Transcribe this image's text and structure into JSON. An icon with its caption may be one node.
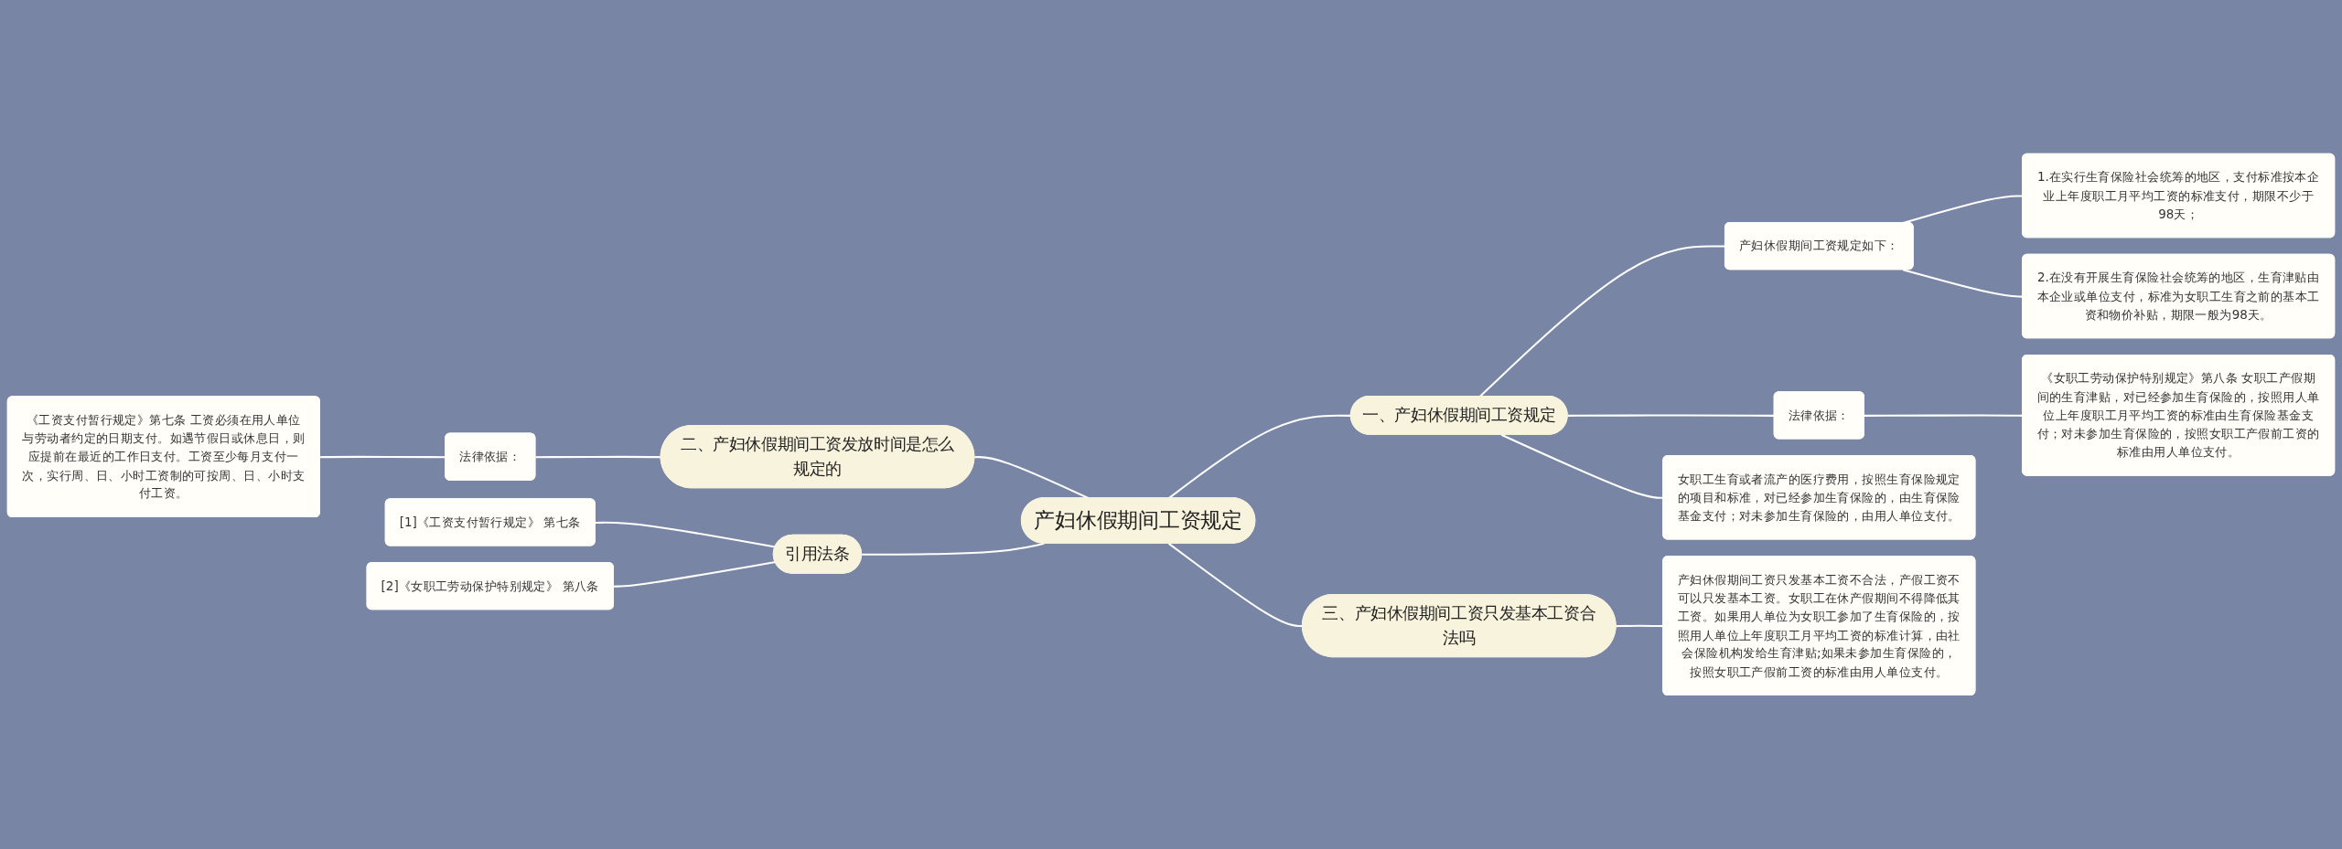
{
  "diagram": {
    "nodes": [
      {
        "text": [
          "产妇休假期间工资规定"
        ]
      },
      {
        "text": [
          "一、产妇休假期间工资规定"
        ]
      },
      {
        "text": [
          "产妇休假期间工资规定如下："
        ]
      },
      {
        "text": [
          "1.在实行生育保险社会统筹的地区，支付标准按本企业上年度职工月平均工资的标准支付，期限不少于98天；"
        ]
      },
      {
        "text": [
          "2.在没有开展生育保险社会统筹的地区，生育津贴由本企业或单位支付，标准为女职工生育之前的基本工资和物价补贴，期限一般为98天。"
        ]
      },
      {
        "text": [
          "法律依据："
        ]
      },
      {
        "text": [
          "《女职工劳动保护特别规定》第八条 女职工产假期间的生育津贴，对已经参加生育保险的，按照用人单位上年度职工月平均工资的标准由生育保险基金支付；对未参加生育保险的，按照女职工产假前工资的标准由用人单位支付。"
        ]
      },
      {
        "text": [
          "女职工生育或者流产的医疗费用，按照生育保险规定的项目和标准，对已经参加生育保险的，由生育保险基金支付；对未参加生育保险的，由用人单位支付。"
        ]
      },
      {
        "text": [
          "三、产妇休假期间工资只发基本工资合法吗"
        ]
      },
      {
        "text": [
          "产妇休假期间工资只发基本工资不合法，产假工资不可以只发基本工资。女职工在休产假期间不得降低其工资。如果用人单位为女职工参加了生育保险的，按照用人单位上年度职工月平均工资的标准计算，由社会保险机构发给生育津贴;如果未参加生育保险的，按照女职工产假前工资的标准由用人单位支付。"
        ]
      },
      {
        "text": [
          "二、产妇休假期间工资发放时间是怎么规定的"
        ]
      },
      {
        "text": [
          "法律依据："
        ]
      },
      {
        "text": [
          "《工资支付暂行规定》第七条 工资必须在用人单位与劳动者约定的日期支付。如遇节假日或休息日，则应提前在最近的工作日支付。工资至少每月支付一次，实行周、日、小时工资制的可按周、日、小时支付工资。"
        ]
      },
      {
        "text": [
          "引用法条"
        ]
      },
      {
        "text": [
          "[1]《工资支付暂行规定》 第七条"
        ]
      },
      {
        "text": [
          "[2]《女职工劳动保护特别规定》 第八条"
        ]
      }
    ],
    "edges": [
      {
        "from": 0,
        "to": 1,
        "arrow": "none"
      },
      {
        "from": 1,
        "to": 2,
        "arrow": "none"
      },
      {
        "from": 2,
        "to": 3,
        "arrow": "none"
      },
      {
        "from": 2,
        "to": 4,
        "arrow": "none"
      },
      {
        "from": 1,
        "to": 5,
        "arrow": "none"
      },
      {
        "from": 5,
        "to": 6,
        "arrow": "none"
      },
      {
        "from": 1,
        "to": 7,
        "arrow": "none"
      },
      {
        "from": 0,
        "to": 8,
        "arrow": "none"
      },
      {
        "from": 8,
        "to": 9,
        "arrow": "none"
      },
      {
        "from": 0,
        "to": 10,
        "arrow": "none"
      },
      {
        "from": 10,
        "to": 11,
        "arrow": "none"
      },
      {
        "from": 11,
        "to": 12,
        "arrow": "none"
      },
      {
        "from": 0,
        "to": 13,
        "arrow": "none"
      },
      {
        "from": 13,
        "to": 14,
        "arrow": "none"
      },
      {
        "from": 13,
        "to": 15,
        "arrow": "none"
      }
    ]
  }
}
